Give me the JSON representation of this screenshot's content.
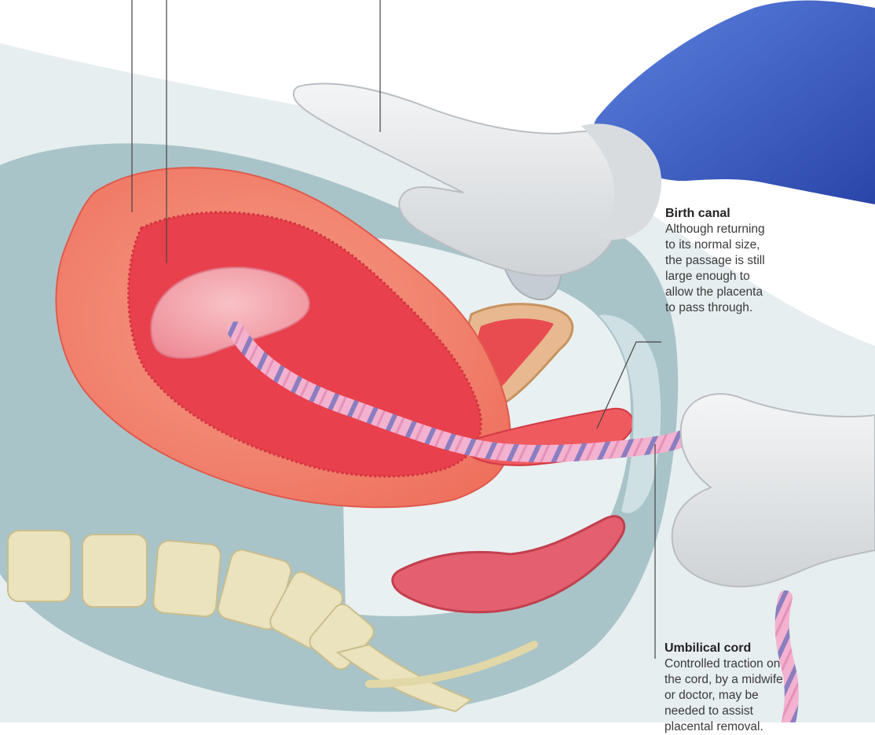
{
  "labels": {
    "birth_canal": {
      "title": "Birth canal",
      "lines": [
        "Although returning",
        "to its normal size,",
        "the passage is still",
        "large enough to",
        "allow the placenta",
        "to pass through."
      ]
    },
    "umbilical_cord": {
      "title": "Umbilical cord",
      "lines": [
        "Controlled traction on",
        "the cord, by a midwife",
        "or doctor, may be",
        "needed to assist",
        "placental removal."
      ]
    }
  },
  "colors": {
    "uterus_outer": "#f08470",
    "uterus_inner": "#e8404c",
    "placenta": "#f4a0a8",
    "body_tissue": "#a9c4c8",
    "skin_background": "#e6eef0",
    "sleeve": "#3a5cc0",
    "glove": "#e8eaec",
    "cord": "#f3b2cf",
    "cord_vessel": "#8a7ec0",
    "vertebrae": "#ebe3bd",
    "bladder_wall": "#e8b990"
  }
}
